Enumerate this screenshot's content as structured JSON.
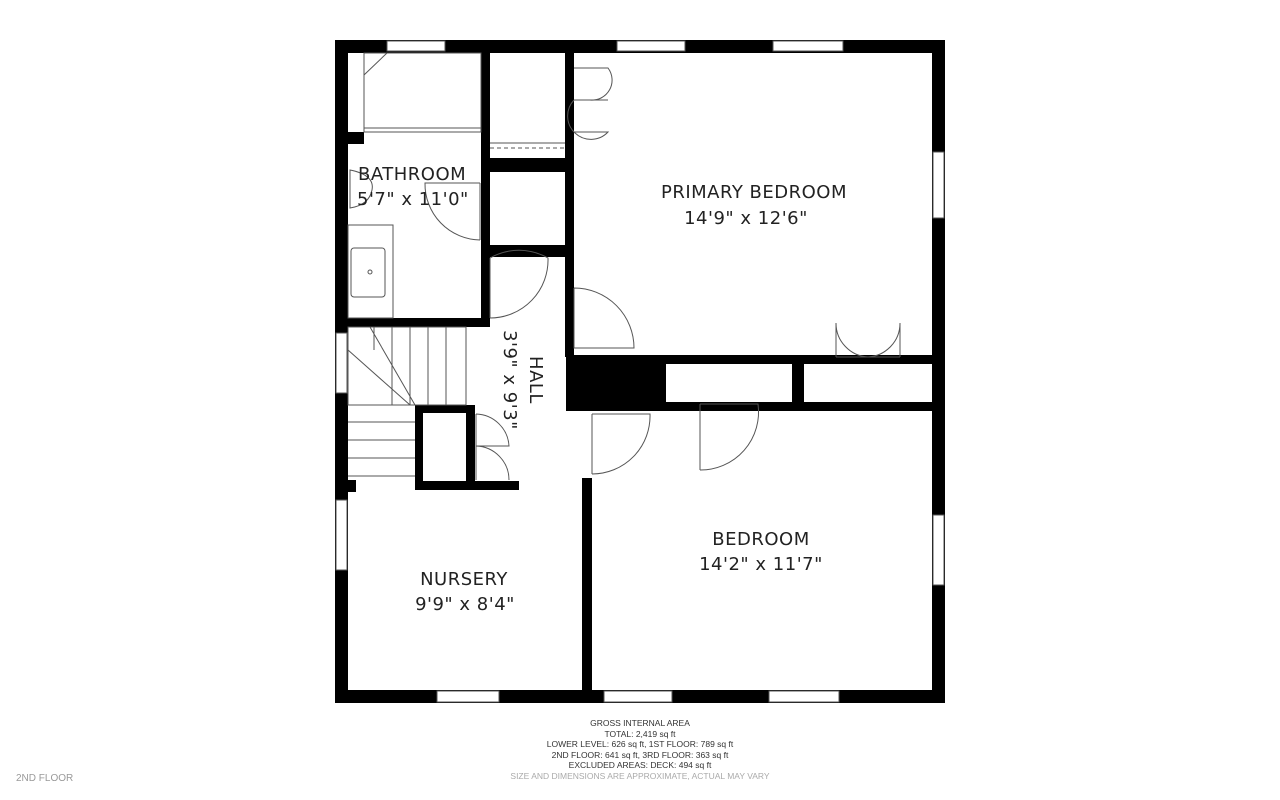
{
  "floor_name": "2ND FLOOR",
  "rooms": {
    "primary_bedroom": {
      "name": "PRIMARY BEDROOM",
      "dims": "14'9\" x 12'6\""
    },
    "bathroom": {
      "name": "BATHROOM",
      "dims": "5'7\" x 11'0\""
    },
    "hall": {
      "name": "HALL",
      "dims": "3'9\" x 9'3\""
    },
    "bedroom": {
      "name": "BEDROOM",
      "dims": "14'2\" x 11'7\""
    },
    "nursery": {
      "name": "NURSERY",
      "dims": "9'9\" x 8'4\""
    }
  },
  "area_summary": {
    "heading": "GROSS INTERNAL AREA",
    "total": "TOTAL: 2,419 sq ft",
    "line1": "LOWER LEVEL: 626 sq ft, 1ST FLOOR: 789 sq ft",
    "line2": "2ND FLOOR: 641 sq ft, 3RD FLOOR: 363 sq ft",
    "excluded": "EXCLUDED AREAS: DECK: 494 sq ft",
    "disclaimer": "SIZE AND DIMENSIONS ARE APPROXIMATE, ACTUAL MAY VARY"
  },
  "colors": {
    "wall": "#000000",
    "line": "#555555",
    "window": "#ffffff"
  }
}
